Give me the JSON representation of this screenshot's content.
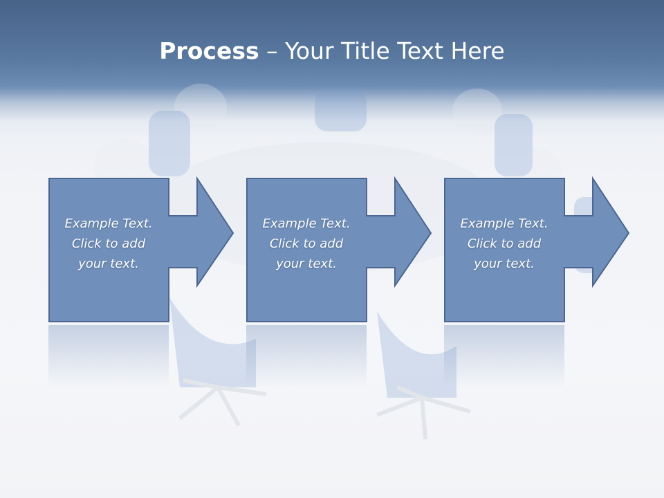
{
  "title": {
    "bold": "Process",
    "rest": " – Your Title Text Here"
  },
  "steps": [
    {
      "lines": [
        "Example Text.",
        "Click  to add",
        "your text."
      ]
    },
    {
      "lines": [
        "Example Text.",
        "Click  to add",
        "your text."
      ]
    },
    {
      "lines": [
        "Example Text.",
        "Click  to add",
        "your text."
      ]
    }
  ],
  "colors": {
    "box_fill": "#7090bb",
    "box_stroke": "#4b6791",
    "title_band": "#4f6c93",
    "text": "#ffffff"
  }
}
